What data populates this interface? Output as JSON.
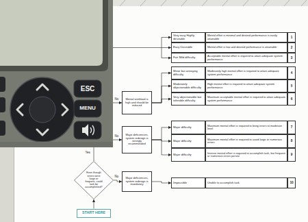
{
  "diagram": {
    "nodes": [
      {
        "text": [
          "Very easy Highly desirable"
        ]
      },
      {
        "text": [
          "Mental effort is minimal and desired performance is easily attainable"
        ]
      },
      {
        "text": [
          "1"
        ]
      },
      {
        "text": [
          "Easy Desirable"
        ]
      },
      {
        "text": [
          "Mental effort is low and desired performance is attainable"
        ]
      },
      {
        "text": [
          "2"
        ]
      },
      {
        "text": [
          "Fair Mild difficulty"
        ]
      },
      {
        "text": [
          "Acceptable mental effort is required to attain adequate system performance"
        ]
      },
      {
        "text": [
          "3"
        ]
      },
      {
        "text": [
          "Mental workload is high and should be reduced"
        ]
      },
      {
        "text": [
          "Minor but annoying difficulty"
        ]
      },
      {
        "text": [
          "Moderately high mental effort is required to attain adequate system performance"
        ]
      },
      {
        "text": [
          "4"
        ]
      },
      {
        "text": [
          "Moderately objectionable difficulty"
        ]
      },
      {
        "text": [
          "High mental effort is required to attain adequate system performance"
        ]
      },
      {
        "text": [
          "5"
        ]
      },
      {
        "text": [
          "Very objectionable but tolerable difficulty"
        ]
      },
      {
        "text": [
          "Maximum acceptable mental effort is required to attain adequate system performance"
        ]
      },
      {
        "text": [
          "6"
        ]
      },
      {
        "text": [
          "Major deficiencies, system redesign is strongly recommended"
        ]
      },
      {
        "text": [
          "Major difficulty"
        ]
      },
      {
        "text": [
          "Maximum mental effort is required to bring errors to moderate level"
        ]
      },
      {
        "text": [
          "7"
        ]
      },
      {
        "text": [
          "Major difficulty"
        ]
      },
      {
        "text": [
          "Maximum mental effort is required to avoid large or numerous errors"
        ]
      },
      {
        "text": [
          "8"
        ]
      },
      {
        "text": [
          "Major difficulty"
        ]
      },
      {
        "text": [
          "Intense mental effort is required to accomplish task, but frequent or numerous errors persist"
        ]
      },
      {
        "text": [
          "9"
        ]
      },
      {
        "text": [
          "Even though errors were large or frequent, could task be accomplished?"
        ]
      },
      {
        "text": [
          "Major deficiencies, system redesign is mandatory"
        ]
      },
      {
        "text": [
          "Impossible"
        ]
      },
      {
        "text": [
          "Unable to accomplish task"
        ]
      },
      {
        "text": [
          "10"
        ]
      },
      {
        "text": [
          "START HERE"
        ]
      }
    ],
    "edges": [
      {
        "from": 9,
        "to": 10,
        "arrow": "to"
      },
      {
        "from": 9,
        "to": 13,
        "arrow": "to"
      },
      {
        "from": 9,
        "to": 16,
        "arrow": "to"
      },
      {
        "from": 19,
        "to": 20,
        "arrow": "to"
      },
      {
        "from": 19,
        "to": 23,
        "arrow": "to"
      },
      {
        "from": 19,
        "to": 26,
        "arrow": "to"
      },
      {
        "from": 30,
        "to": 31,
        "arrow": "to"
      },
      {
        "from": 29,
        "to": 30,
        "label": "No",
        "arrow": "to"
      },
      {
        "from": 34,
        "to": 29,
        "arrow": "to"
      }
    ],
    "labels": [
      "ESC",
      "MENU",
      "No",
      "No",
      "Yes"
    ]
  }
}
